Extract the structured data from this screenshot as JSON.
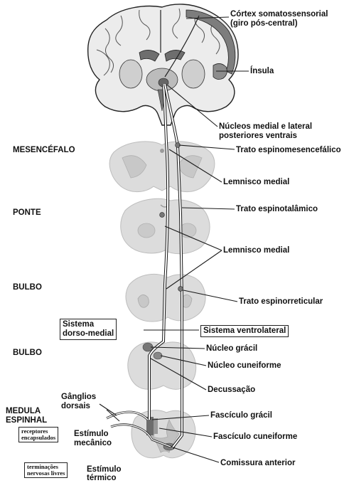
{
  "levels": {
    "mesencephalon": "MESENCÉFALO",
    "pons": "PONTE",
    "medulla_upper": "BULBO",
    "medulla_lower": "BULBO",
    "spinal_cord_line1": "MEDULA",
    "spinal_cord_line2": "ESPINHAL"
  },
  "labels": {
    "cortex_line1": "Córtex somatossensorial",
    "cortex_line2": "(giro pós-central)",
    "insula": "Ínsula",
    "thalamic_nuclei_line1": "Núcleos medial e lateral",
    "thalamic_nuclei_line2": "posteriores ventrais",
    "spinomesencephalic_tract": "Trato espinomesencefálico",
    "medial_lemniscus_1": "Lemnisco medial",
    "spinothalamic_tract": "Trato espinotalâmico",
    "medial_lemniscus_2": "Lemnisco medial",
    "spinoreticular_tract": "Trato espinorreticular",
    "gracile_nucleus": "Núcleo grácil",
    "cuneate_nucleus": "Núcleo cuneiforme",
    "decussation": "Decussação",
    "dorsal_ganglia_line1": "Gânglios",
    "dorsal_ganglia_line2": "dorsais",
    "mechanical_stimulus_line1": "Estímulo",
    "mechanical_stimulus_line2": "mecânico",
    "thermal_stimulus_line1": "Estímulo",
    "thermal_stimulus_line2": "térmico",
    "fasciculus_gracilis": "Fascículo grácil",
    "fasciculus_cuneatus": "Fascículo cuneiforme",
    "anterior_commissure": "Comissura anterior"
  },
  "boxed": {
    "dorsomedial_line1": "Sistema",
    "dorsomedial_line2": "dorso-medial",
    "ventrolateral": "Sistema ventrolateral",
    "encapsulated_line1": "receptores",
    "encapsulated_line2": "encapsulados",
    "free_endings_line1": "terminações",
    "free_endings_line2": "nervosas livres"
  },
  "colors": {
    "tissue_light": "#d9d9d9",
    "tissue_mid": "#bdbdbd",
    "tissue_dark": "#8a8a8a",
    "line": "#1a1a1a",
    "pathway": "#ffffff"
  }
}
